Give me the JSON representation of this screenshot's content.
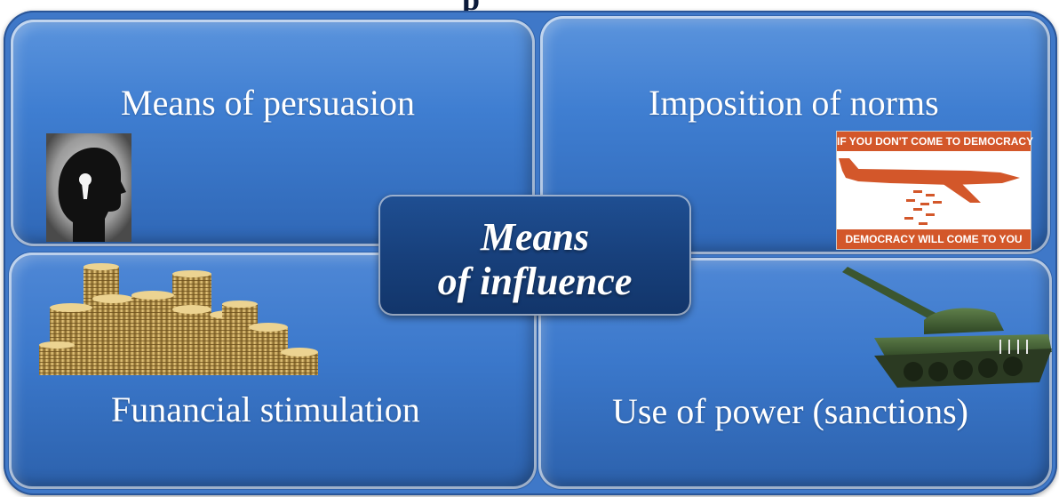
{
  "title_partial": "p",
  "quadrants": {
    "top_left": {
      "label": "Means of persuasion",
      "icon": "head-keyhole-icon"
    },
    "top_right": {
      "label": "Imposition of norms",
      "icon": "democracy-poster-icon"
    },
    "bottom_left": {
      "label": "Funancial stimulation",
      "icon": "coin-stacks-icon"
    },
    "bottom_right": {
      "label": "Use of power (sanctions)",
      "icon": "tank-icon"
    }
  },
  "center": {
    "line1": "Means",
    "line2": "of influence"
  },
  "poster": {
    "top_text": "IF YOU DON'T COME TO DEMOCRACY",
    "bottom_text": "DEMOCRACY WILL COME TO YOU"
  },
  "colors": {
    "background": "#3f78c8",
    "center_box": "#173f7a",
    "poster_accent": "#d3572a",
    "text": "#ffffff"
  }
}
